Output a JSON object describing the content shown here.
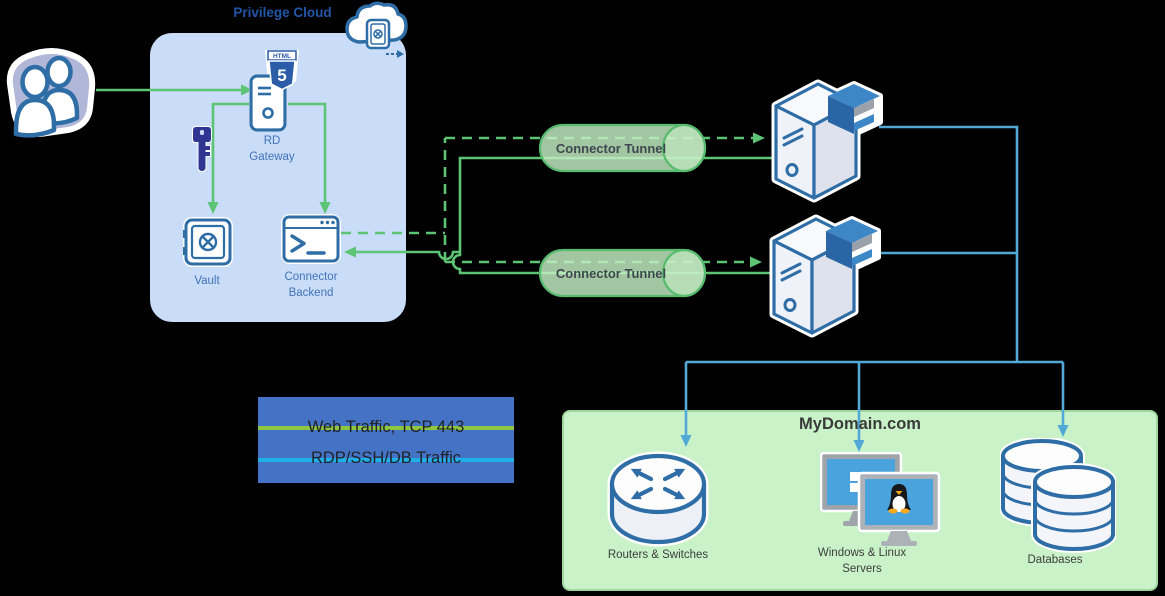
{
  "privilege_cloud": {
    "title": "Privilege Cloud",
    "rd_gateway_label": {
      "line1": "RD",
      "line2": "Gateway"
    },
    "vault_label": "Vault",
    "connector_backend_label": {
      "line1": "Connector",
      "line2": "Backend"
    }
  },
  "tunnels": {
    "tunnel1_label": "Connector Tunnel",
    "tunnel2_label": "Connector Tunnel"
  },
  "legend": {
    "background": "#4472C4",
    "rows": [
      {
        "label": "Web Traffic, TCP 443",
        "line_color": "#8FC63F"
      },
      {
        "label": "RDP/SSH/DB Traffic",
        "line_color": "#1FB0E8"
      }
    ]
  },
  "mydomain": {
    "title": "MyDomain.com",
    "routers_label": "Routers & Switches",
    "windows_linux_label": {
      "line1": "Windows & Linux",
      "line2": "Servers"
    },
    "databases_label": "Databases"
  },
  "icons": {
    "users": "users-icon",
    "key": "key-icon",
    "vault": "vault-safe-icon",
    "rd_gateway": "rd-gateway-server-icon",
    "html5": "html5-shield-icon",
    "cloud_vault": "cloud-vault-icon",
    "connector_backend": "terminal-window-icon",
    "connector_server": "connector-server-icon",
    "routers": "router-icon",
    "windows_linux": "windows-linux-monitors-icon",
    "databases": "database-stack-icon"
  },
  "colors": {
    "background": "#000000",
    "web_traffic_line": "#5CC474",
    "rdp_traffic_line": "#53A9D6",
    "privilege_box_fill": "#C9DDF8",
    "privilege_title_text": "#2456A8",
    "node_label_text": "#4273B8",
    "tunnel_fill": "#C6EFC6",
    "tunnel_stroke": "#58BC6E",
    "tunnel_text": "#3F474E",
    "mydomain_box_fill": "#C9F2C9",
    "mydomain_box_border": "#9FD89F",
    "mydomain_text": "#3A3A3A",
    "legend_background": "#4472C4",
    "legend_text": "#1F2126",
    "icon_stroke": "#2E6DA6"
  }
}
